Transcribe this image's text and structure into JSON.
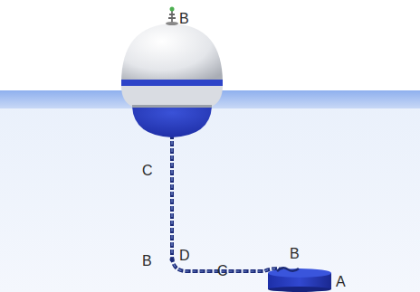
{
  "diagram": {
    "labels": [
      "B",
      "C",
      "B",
      "D",
      "C",
      "B",
      "A"
    ]
  }
}
